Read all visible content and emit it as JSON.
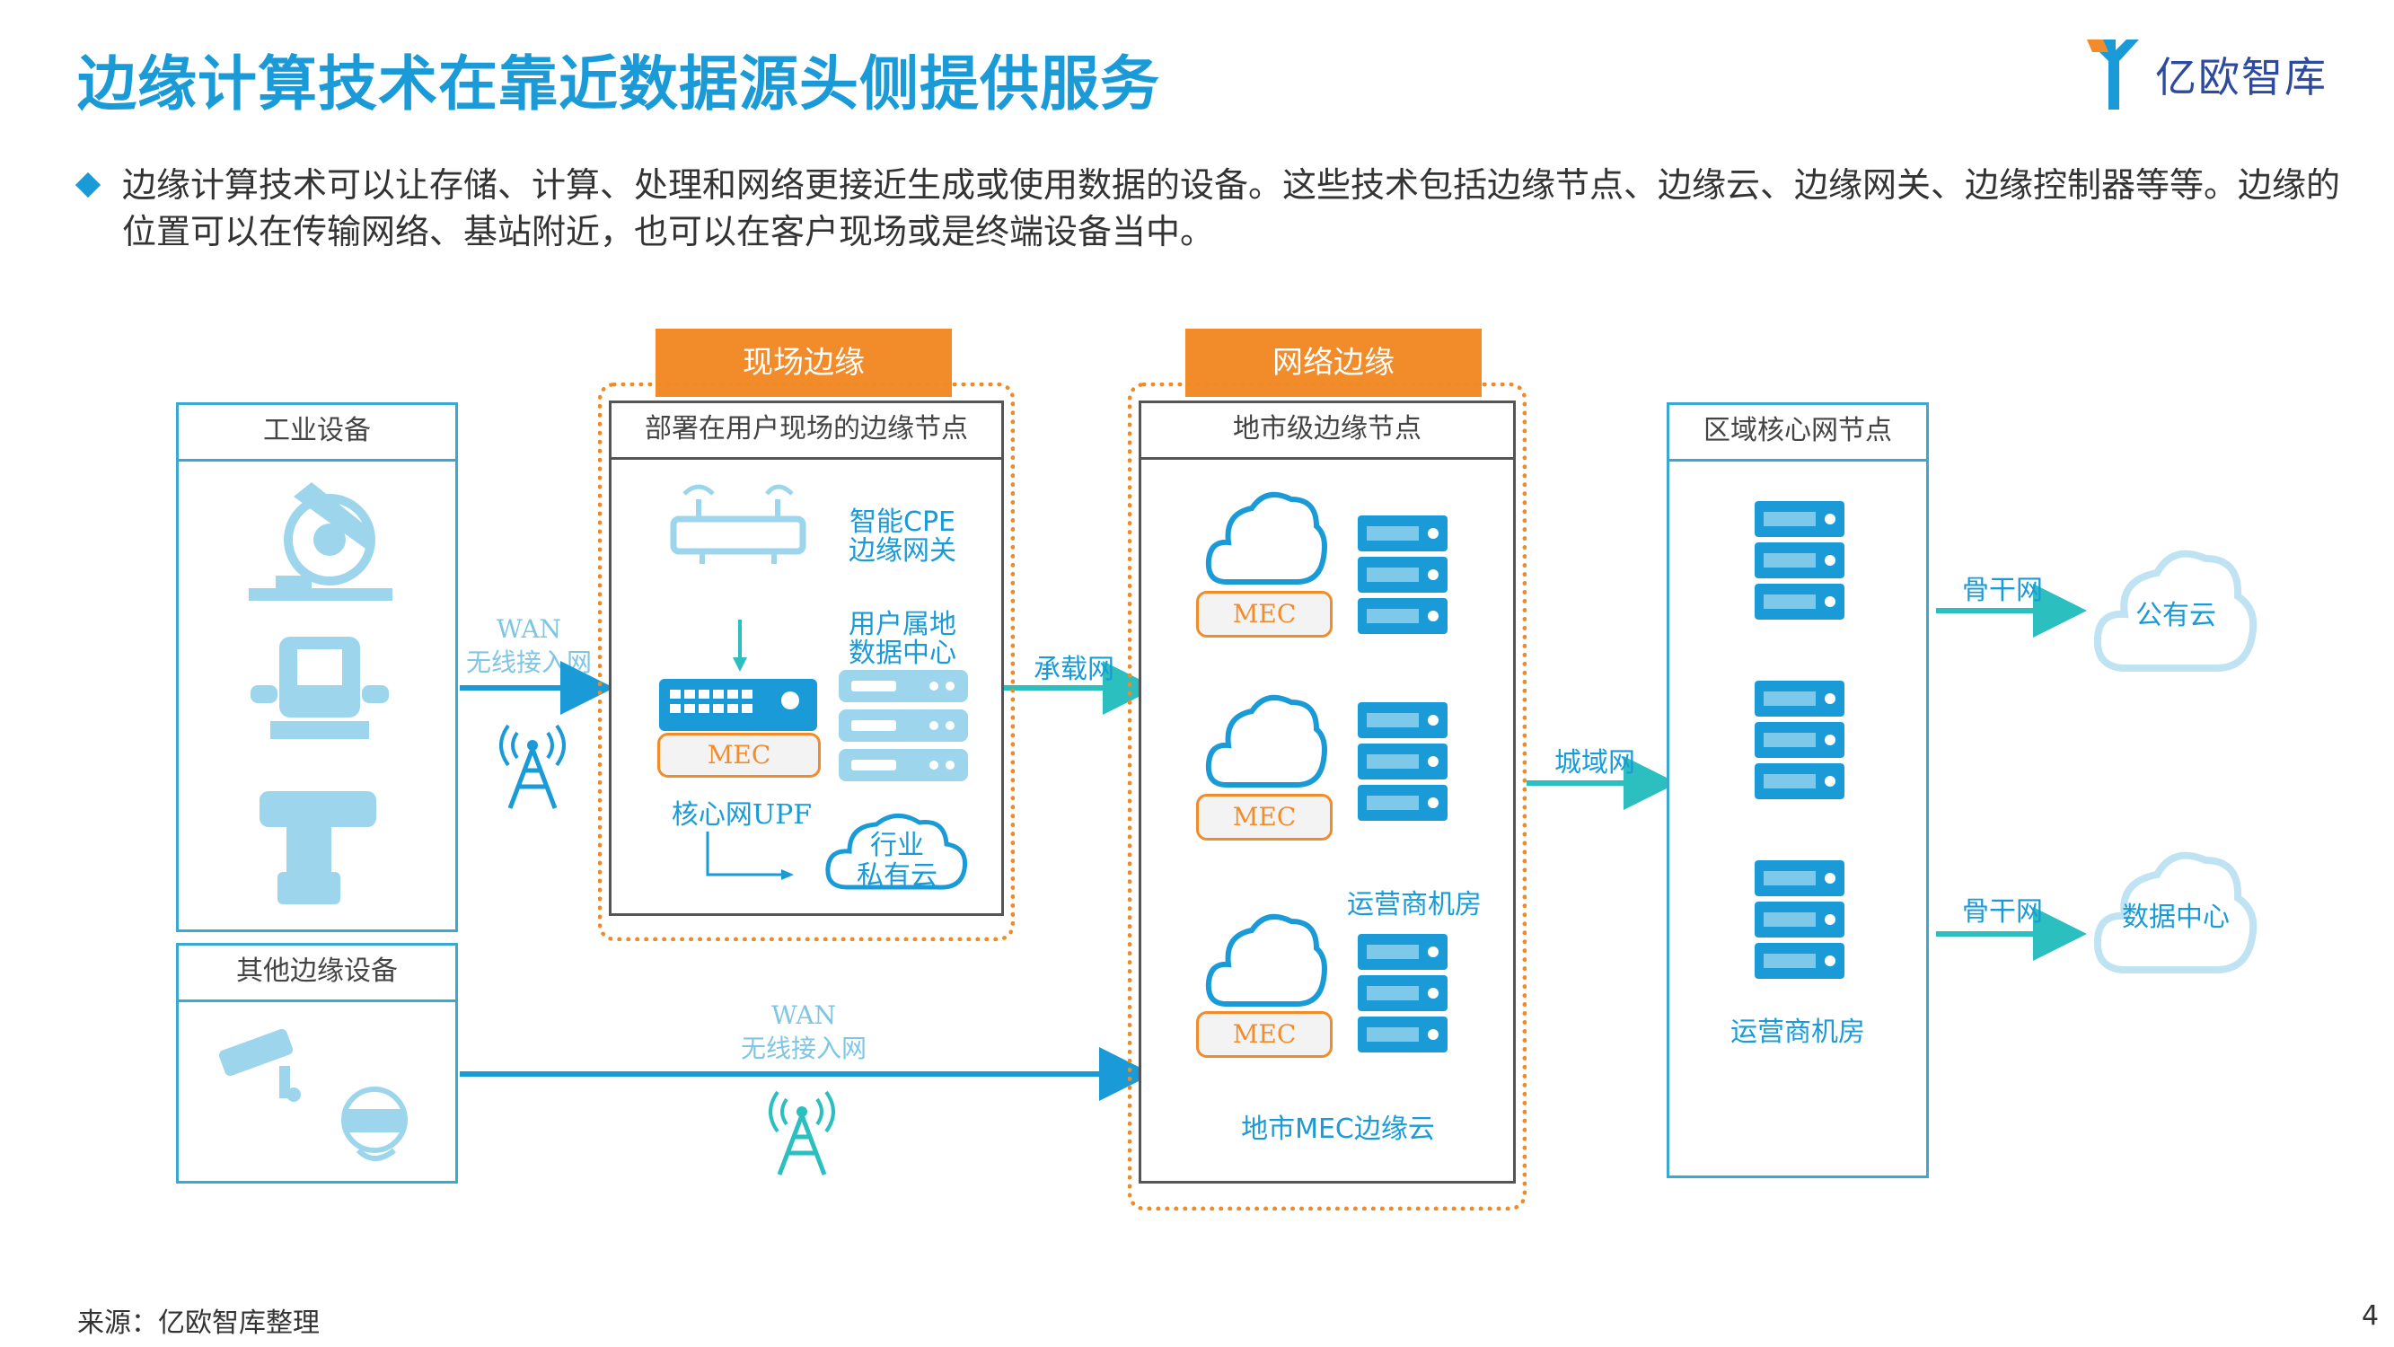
{
  "title": "边缘计算技术在靠近数据源头侧提供服务",
  "logo": {
    "text": "亿欧智库"
  },
  "bullet": "边缘计算技术可以让存储、计算、处理和网络更接近生成或使用数据的设备。这些技术包括边缘节点、边缘云、边缘网关、边缘控制器等等。边缘的位置可以在传输网络、基站附近，也可以在客户现场或是终端设备当中。",
  "colors": {
    "accent": "#1a9bd7",
    "orange": "#f28b2a",
    "teal": "#2bbfbf",
    "box_border": "#39a9cf"
  },
  "diagram": {
    "industrial": {
      "header": "工业设备"
    },
    "other_edge": {
      "header": "其他边缘设备"
    },
    "wan_top": {
      "line1": "WAN",
      "line2": "无线接入网"
    },
    "wan_bottom": {
      "line1": "WAN",
      "line2": "无线接入网"
    },
    "onsite": {
      "tab": "现场边缘",
      "header": "部署在用户现场的边缘节点",
      "cpe_line1": "智能CPE",
      "cpe_line2": "边缘网关",
      "dc_line1": "用户属地",
      "dc_line2": "数据中心",
      "mec": "MEC",
      "upf": "核心网UPF",
      "cloud_line1": "行业",
      "cloud_line2": "私有云"
    },
    "bearer": "承载网",
    "network": {
      "tab": "网络边缘",
      "header": "地市级边缘节点",
      "mec1": "MEC",
      "mec2": "MEC",
      "mec3": "MEC",
      "room": "运营商机房",
      "footer": "地市MEC边缘云"
    },
    "metro": "城域网",
    "core": {
      "header": "区域核心网节点",
      "room": "运营商机房"
    },
    "backbone1": "骨干网",
    "backbone2": "骨干网",
    "public_cloud": "公有云",
    "datacenter": "数据中心"
  },
  "footer": {
    "source": "来源：亿欧智库整理",
    "page": "4"
  }
}
